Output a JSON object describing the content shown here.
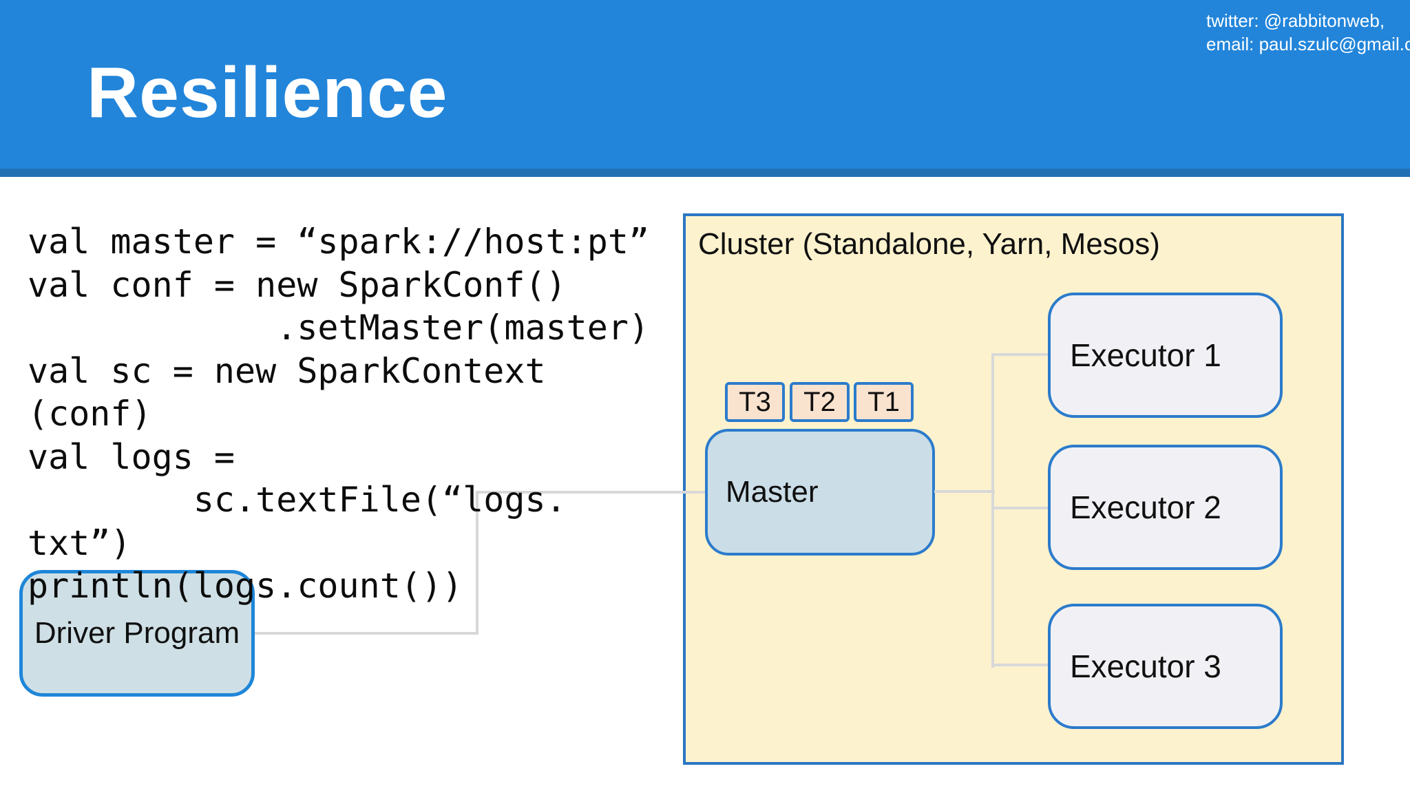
{
  "slide": {
    "title": "Resilience",
    "contact": {
      "line1": "twitter: @rabbitonweb,",
      "line2": "email: paul.szulc@gmail.com"
    }
  },
  "code": {
    "lines": [
      "val master = “spark://host:pt”",
      "val conf = new SparkConf()",
      "            .setMaster(master)",
      "val sc = new SparkContext",
      "(conf)",
      "val logs =",
      "        sc.textFile(“logs.",
      "txt”)",
      "println(logs.count())"
    ]
  },
  "cluster": {
    "title": "Cluster (Standalone, Yarn, Mesos)",
    "tasks": [
      "T3",
      "T2",
      "T1"
    ],
    "master_label": "Master",
    "executors": [
      "Executor 1",
      "Executor 2",
      "Executor 3"
    ]
  },
  "driver": {
    "label": "Driver Program"
  },
  "colors": {
    "header_blue": "#2285DA",
    "header_strip": "#2270B4",
    "cluster_fill": "#FDF2CE",
    "cluster_border": "#2B76C2",
    "box_border": "#2B7BCB",
    "task_fill": "#FAE3CE",
    "master_fill": "#CBDDE7",
    "executor_fill": "#F1F1F5",
    "driver_fill": "#CEDFE5",
    "driver_border": "#1E86D8",
    "connector": "#D8D8D8"
  }
}
